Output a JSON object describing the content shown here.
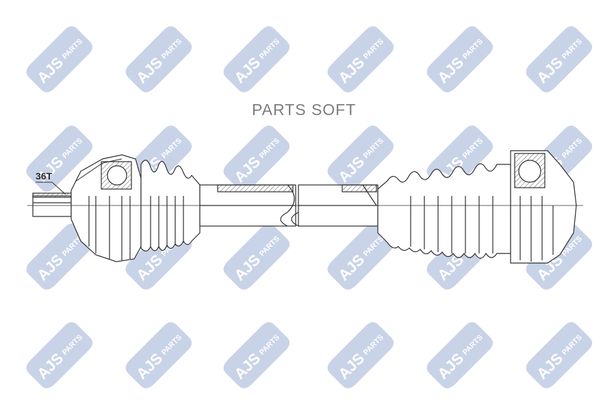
{
  "watermark": {
    "logo_text": "AJS",
    "logo_subtext": "PARTS",
    "color": "#c9d3e8",
    "text_color": "#ffffff"
  },
  "brand_text": "PARTS SOFT",
  "diagram": {
    "spline_label": "36T",
    "line_color": "#2b2b2b",
    "hatch_color": "#555555"
  }
}
